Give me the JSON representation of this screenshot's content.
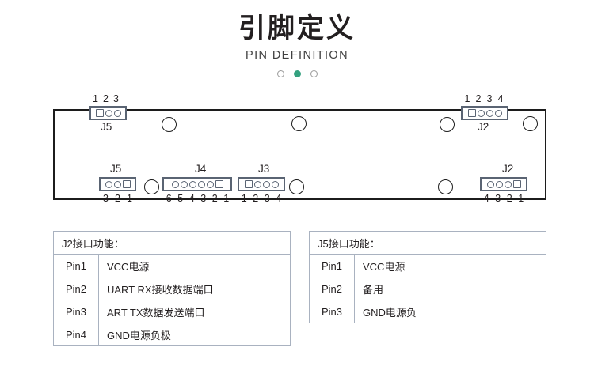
{
  "header": {
    "title_cn": "引脚定义",
    "title_en": "PIN DEFINITION",
    "dots": [
      {
        "name": "dot-1",
        "active": false
      },
      {
        "name": "dot-2",
        "active": true
      },
      {
        "name": "dot-3",
        "active": false
      }
    ],
    "accent_color": "#34a17f"
  },
  "board": {
    "outline_color": "#1c1c1c",
    "connector_color": "#5a6473",
    "connectors": {
      "top_left_j5": {
        "label": "J5",
        "pins": [
          "1",
          "2",
          "3"
        ]
      },
      "top_right_j2": {
        "label": "J2",
        "pins": [
          "1",
          "2",
          "3",
          "4"
        ]
      },
      "bottom_left_j5": {
        "label": "J5",
        "pins": [
          "3",
          "2",
          "1"
        ]
      },
      "bottom_j4": {
        "label": "J4",
        "pins": [
          "6",
          "5",
          "4",
          "3",
          "2",
          "1"
        ]
      },
      "bottom_j3": {
        "label": "J3",
        "pins": [
          "1",
          "2",
          "3",
          "4"
        ]
      },
      "bottom_right_j2": {
        "label": "J2",
        "pins": [
          "4",
          "3",
          "2",
          "1"
        ]
      }
    }
  },
  "tables": {
    "j2": {
      "heading": "J2接口功能：",
      "rows": [
        {
          "pin": "Pin1",
          "desc": "VCC电源"
        },
        {
          "pin": "Pin2",
          "desc": "UART RX接收数据端口"
        },
        {
          "pin": "Pin3",
          "desc": "ART TX数据发送端口"
        },
        {
          "pin": "Pin4",
          "desc": "GND电源负极"
        }
      ]
    },
    "j5": {
      "heading": "J5接口功能：",
      "rows": [
        {
          "pin": "Pin1",
          "desc": "VCC电源"
        },
        {
          "pin": "Pin2",
          "desc": "备用"
        },
        {
          "pin": "Pin3",
          "desc": "GND电源负"
        }
      ]
    }
  }
}
